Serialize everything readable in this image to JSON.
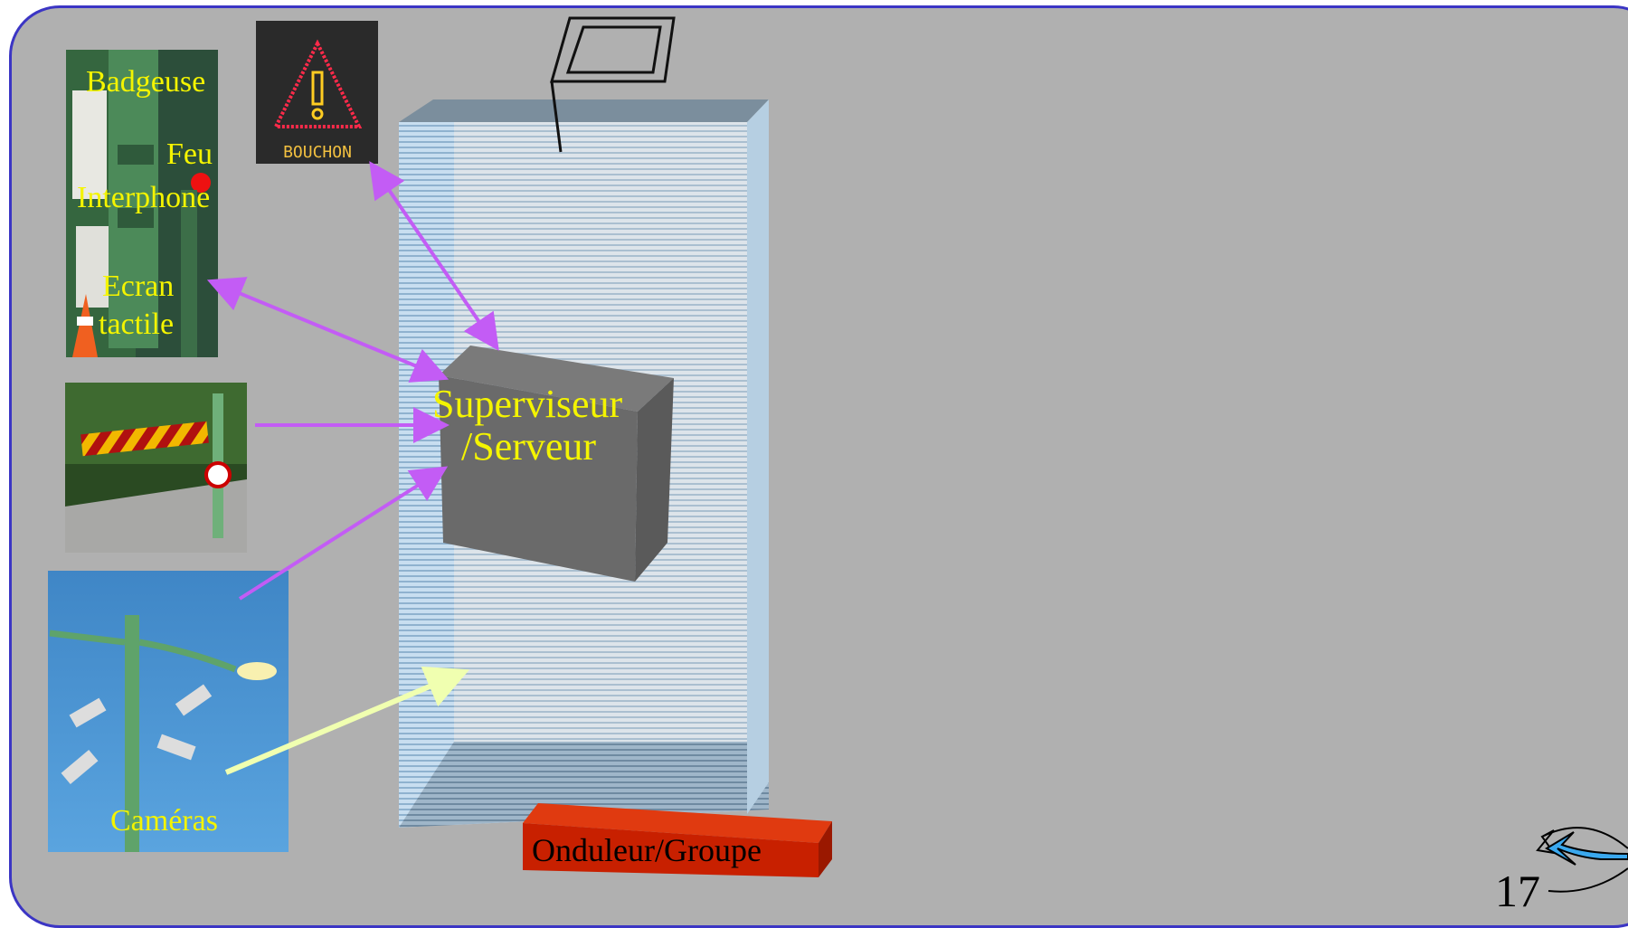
{
  "labels": {
    "badgeuse": "Badgeuse",
    "feu": "Feu",
    "interphone": "Interphone",
    "ecran_line1": "Ecran",
    "ecran_line2": "tactile",
    "server_line1": "Superviseur",
    "server_line2": "/Serveur",
    "ups": "Onduleur/Groupe",
    "cameras": "Caméras",
    "sign_text": "BOUCHON"
  },
  "page_number": "17",
  "colors": {
    "slide_bg": "#b0b0b0",
    "slide_border": "#3b35c4",
    "label_yellow": "#f4f400",
    "link_arrow": "#c35cf5",
    "camera_arrow": "#f0ffb0",
    "server_box": "#6a6a6a",
    "ups_box": "#c82000",
    "nav_arrow": "#3aa8ee"
  },
  "icons": {
    "nav": "return-arrow-icon",
    "antenna": "antenna-icon",
    "warning": "warning-triangle-icon"
  }
}
